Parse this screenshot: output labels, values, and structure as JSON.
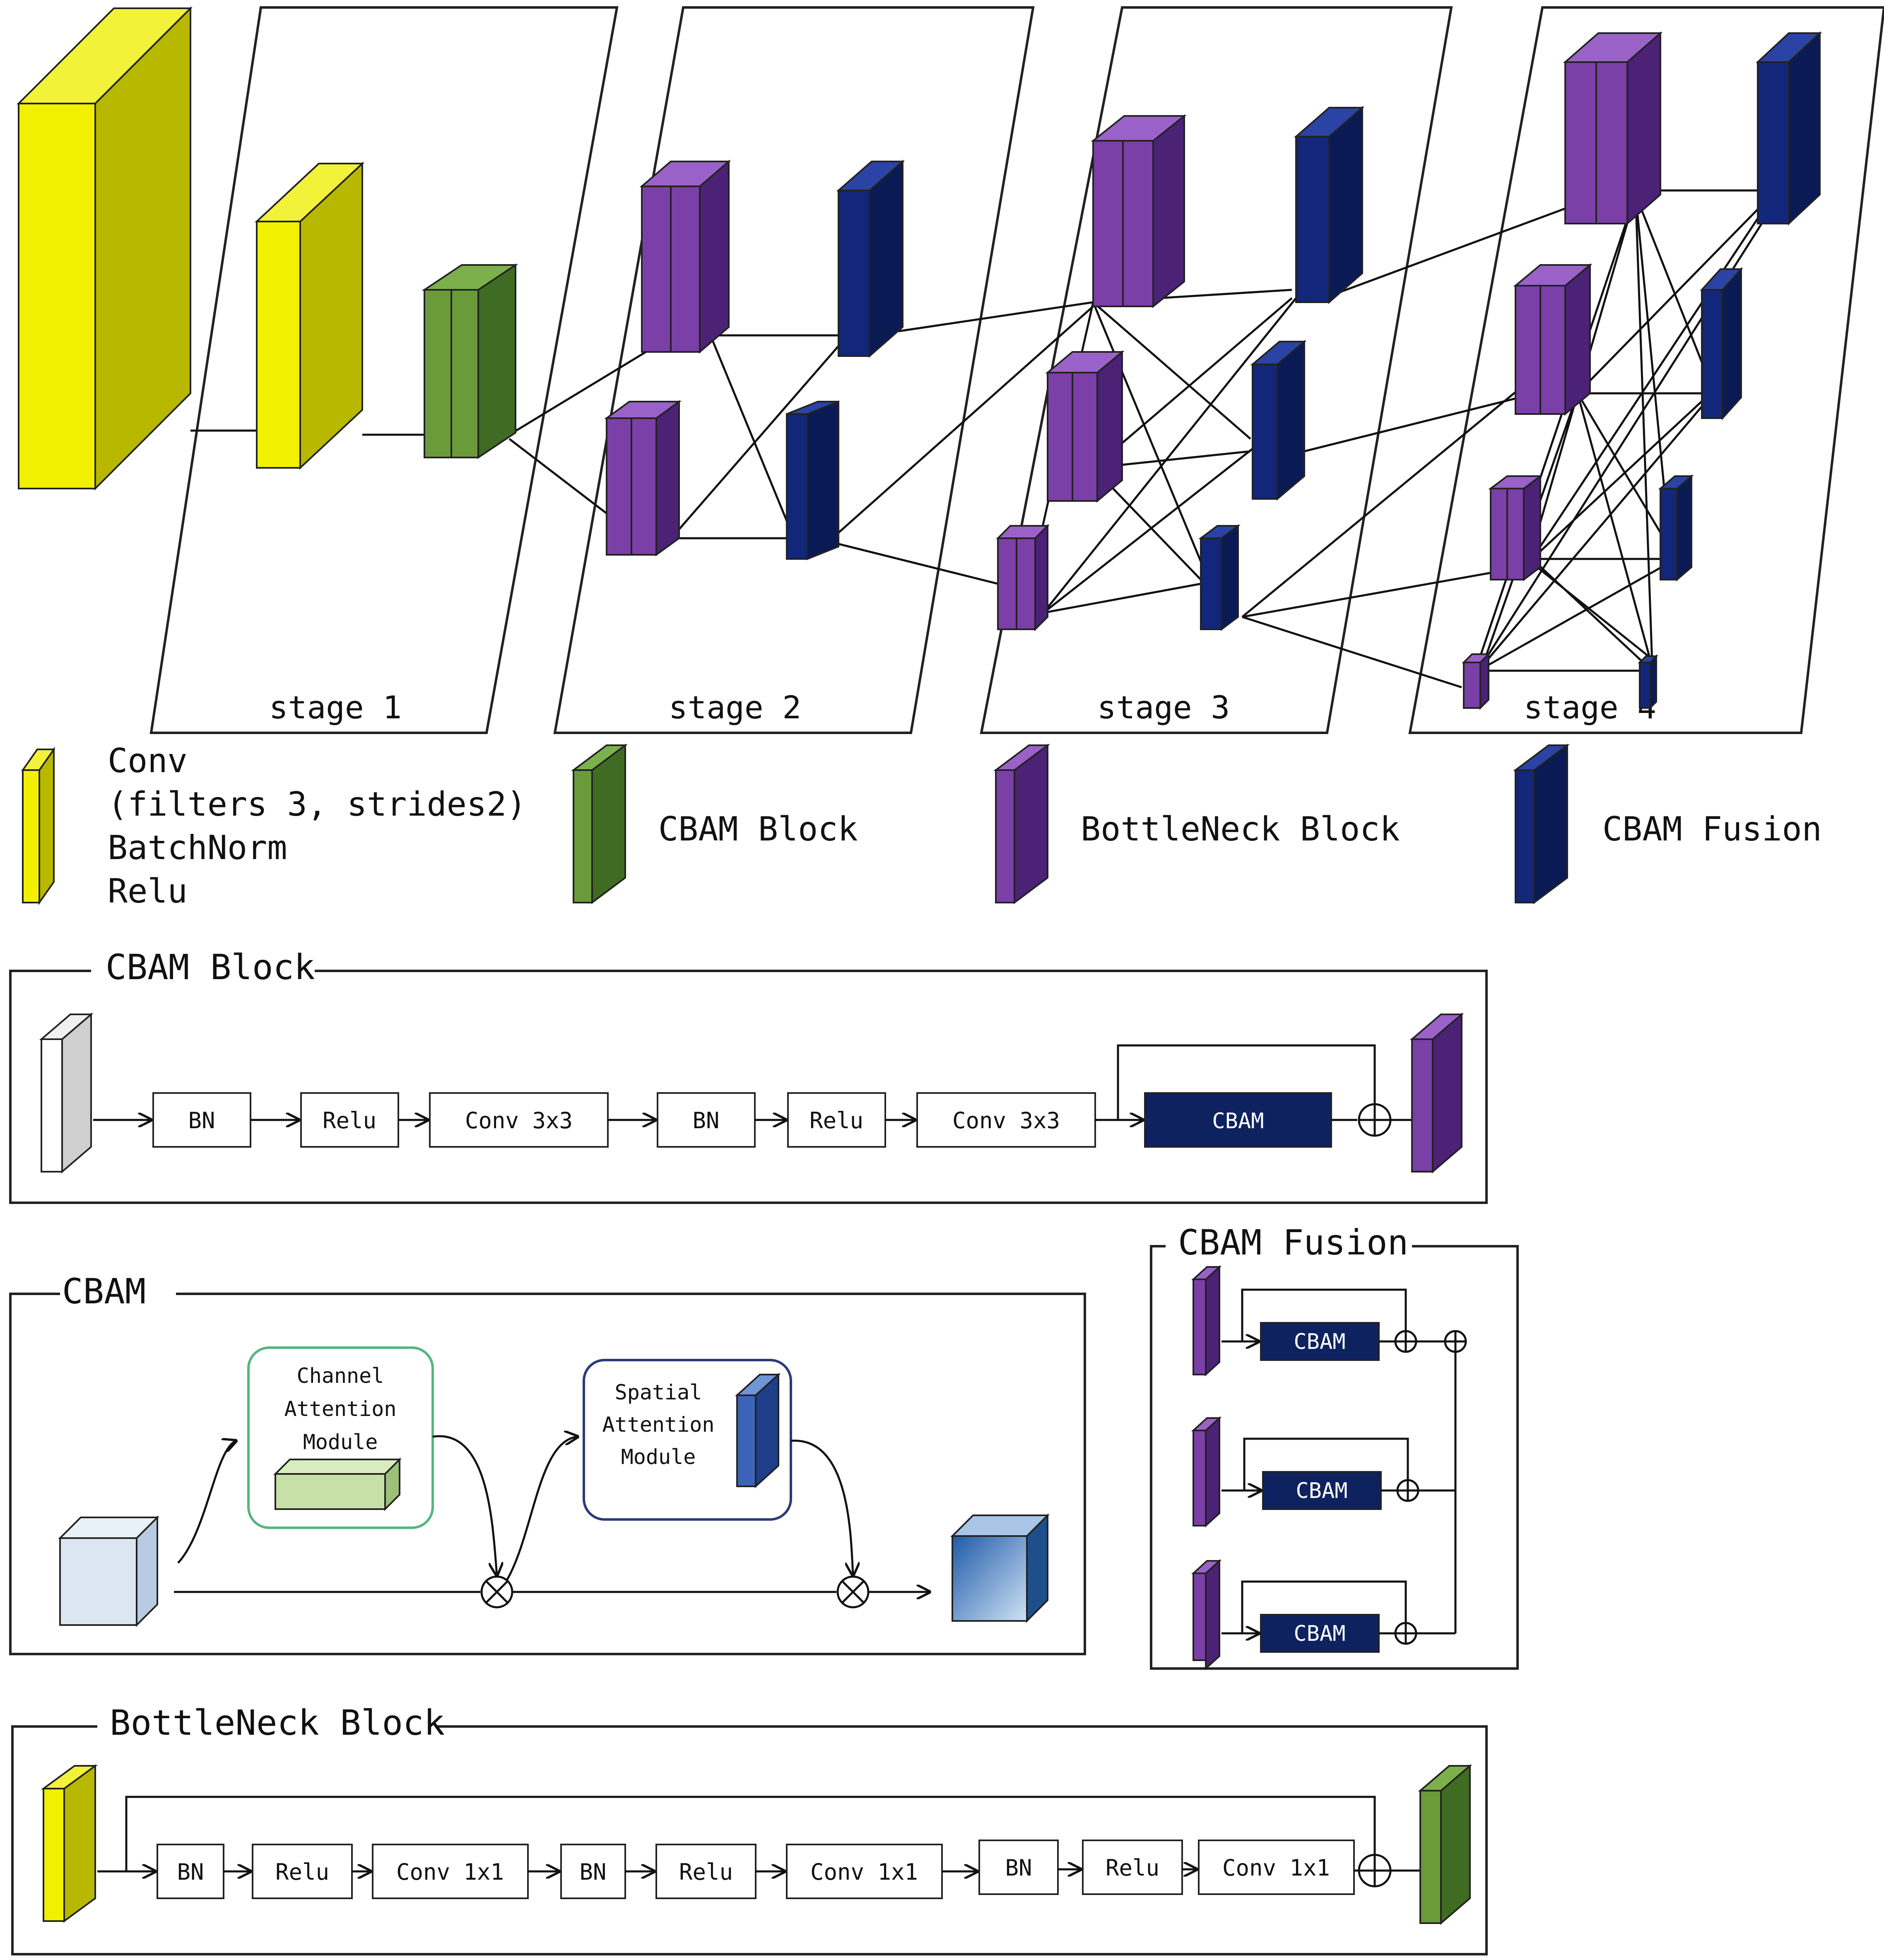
{
  "colors": {
    "conv": "#e6e600",
    "cbam_block": "#6a9a3a",
    "bottleneck": "#7b3fa8",
    "cbam_fusion": "#12277a",
    "cbam_box": "#0f2260",
    "channel_border": "#55b580",
    "spatial_border": "#2b3a7a"
  },
  "stages": [
    "stage 1",
    "stage 2",
    "stage 3",
    "stage 4"
  ],
  "legend": {
    "conv_lines": [
      "Conv",
      "(filters 3,  strides2)",
      "BatchNorm",
      "Relu"
    ],
    "cbam_block": "CBAM Block",
    "bottleneck": "BottleNeck Block",
    "cbam_fusion": "CBAM Fusion"
  },
  "cbam_block_panel": {
    "title": "CBAM Block",
    "steps": [
      "BN",
      "Relu",
      "Conv 3x3",
      "BN",
      "Relu",
      "Conv 3x3"
    ],
    "attention": "CBAM"
  },
  "cbam_panel": {
    "title": "CBAM",
    "channel_module": [
      "Channel",
      "Attention",
      "Module"
    ],
    "spatial_module": [
      "Spatial",
      "Attention",
      "Module"
    ]
  },
  "cbam_fusion_panel": {
    "title": "CBAM Fusion",
    "rows": [
      "CBAM",
      "CBAM",
      "CBAM"
    ]
  },
  "bottleneck_panel": {
    "title": "BottleNeck Block",
    "steps": [
      "BN",
      "Relu",
      "Conv 1x1",
      "BN",
      "Relu",
      "Conv 1x1",
      "BN",
      "Relu",
      "Conv 1x1"
    ]
  }
}
